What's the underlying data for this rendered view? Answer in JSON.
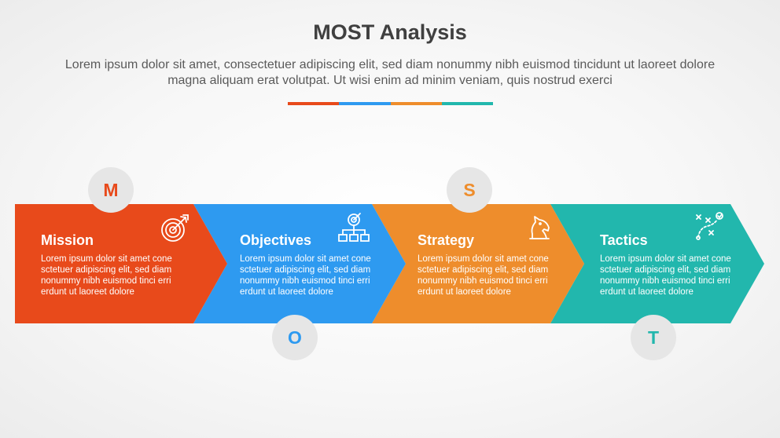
{
  "header": {
    "title": "MOST Analysis",
    "subtitle": "Lorem ipsum dolor sit amet, consectetuer adipiscing elit, sed diam nonummy nibh euismod tincidunt ut laoreet dolore magna aliquam erat volutpat. Ut wisi enim ad minim veniam, quis nostrud exerci"
  },
  "divider_colors": [
    "#e84a1b",
    "#2e9af0",
    "#ee8d2c",
    "#22b7ad"
  ],
  "steps": [
    {
      "letter": "M",
      "title": "Mission",
      "body": "Lorem ipsum dolor sit amet cone sctetuer adipiscing elit, sed diam nonummy nibh euismod tinci erri erdunt ut laoreet dolore",
      "color": "#e84a1b",
      "icon": "target-arrow-icon"
    },
    {
      "letter": "O",
      "title": "Objectives",
      "body": "Lorem ipsum dolor sit amet cone sctetuer adipiscing elit, sed diam nonummy nibh euismod tinci erri erdunt ut laoreet dolore",
      "color": "#2e9af0",
      "icon": "target-hierarchy-icon"
    },
    {
      "letter": "S",
      "title": "Strategy",
      "body": "Lorem ipsum dolor sit amet cone sctetuer adipiscing elit, sed diam nonummy nibh euismod tinci erri erdunt ut laoreet dolore",
      "color": "#ee8d2c",
      "icon": "chess-knight-icon"
    },
    {
      "letter": "T",
      "title": "Tactics",
      "body": "Lorem ipsum dolor sit amet cone sctetuer adipiscing elit, sed diam nonummy nibh euismod tinci erri erdunt ut laoreet dolore",
      "color": "#22b7ad",
      "icon": "play-diagram-icon"
    }
  ]
}
